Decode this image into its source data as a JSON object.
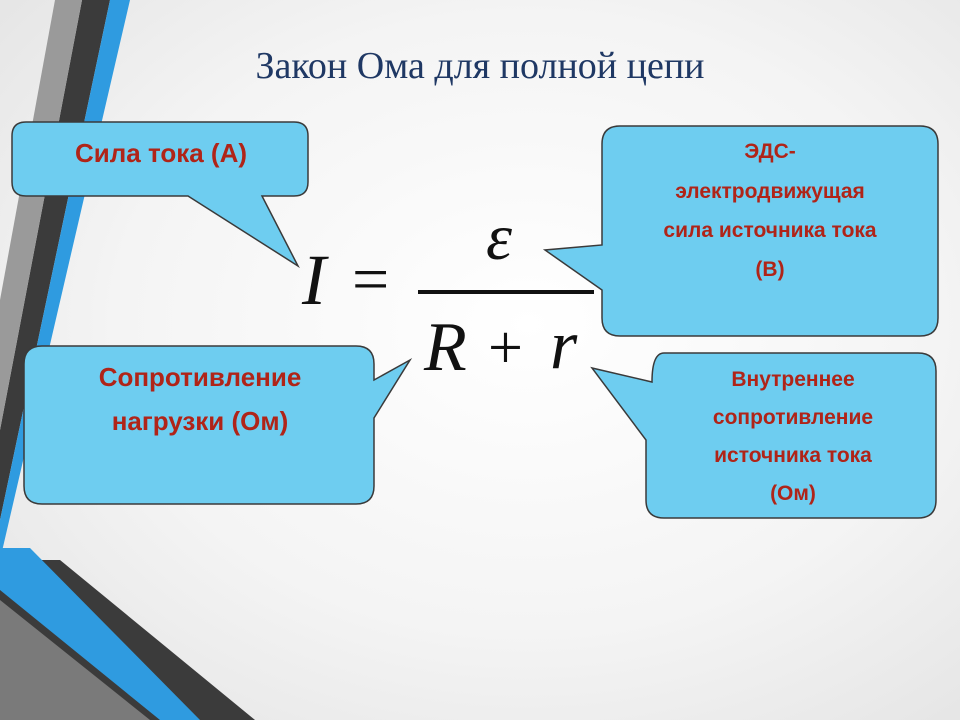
{
  "slide": {
    "title": "Закон Ома для полной цепи"
  },
  "formula": {
    "lhs": "I",
    "equals": "=",
    "numerator": "ε",
    "denominator_R": "R",
    "plus": "+",
    "denominator_r": "r"
  },
  "callouts": {
    "current": "Сила тока (А)",
    "emf_line1": "ЭДС-",
    "emf_line2": "электродвижущая",
    "emf_line3": "сила источника тока",
    "emf_line4": "(В)",
    "load_line1": "Сопротивление",
    "load_line2": "нагрузки (Ом)",
    "internal_line1": "Внутреннее",
    "internal_line2": "сопротивление",
    "internal_line3": "источника тока",
    "internal_line4": "(Ом)"
  },
  "colors": {
    "bubble_fill": "#6ecdf0",
    "bubble_stroke": "#3a3a3a",
    "text_red": "#b02418",
    "title_blue": "#1f3864",
    "accent_blue": "#2f9be0",
    "stripe_dark": "#3b3b3b"
  }
}
